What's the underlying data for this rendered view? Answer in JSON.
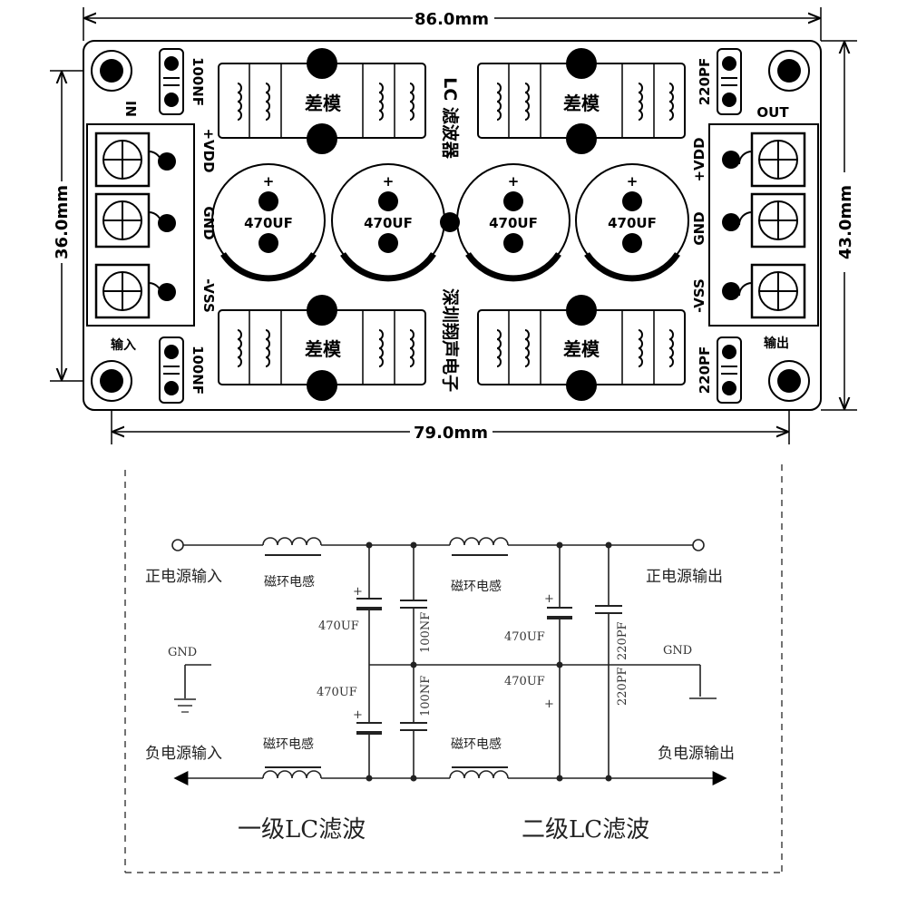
{
  "dimensions": {
    "width_top": "86.0mm",
    "width_bottom": "79.0mm",
    "height_left": "36.0mm",
    "height_right": "43.0mm"
  },
  "pcb": {
    "title": "LC 滤波器",
    "maker": "深圳翔声电子",
    "input_label": "IN",
    "output_label": "OUT",
    "input_cn": "输入",
    "output_cn": "输出",
    "cap_100nf": "100NF",
    "cap_220pf": "220PF",
    "cap_470uf": "470UF",
    "plus": "+",
    "inductor_label": "差模",
    "pins": {
      "vdd": "+VDD",
      "gnd": "GND",
      "vss": "-VSS"
    }
  },
  "schematic": {
    "pos_in": "正电源输入",
    "pos_out": "正电源输出",
    "neg_in": "负电源输入",
    "neg_out": "负电源输出",
    "inductor": "磁环电感",
    "gnd": "GND",
    "c470": "470UF",
    "c100": "100NF",
    "c220": "220PF",
    "plus": "+",
    "stage1": "一级LC滤波",
    "stage2": "二级LC滤波"
  }
}
